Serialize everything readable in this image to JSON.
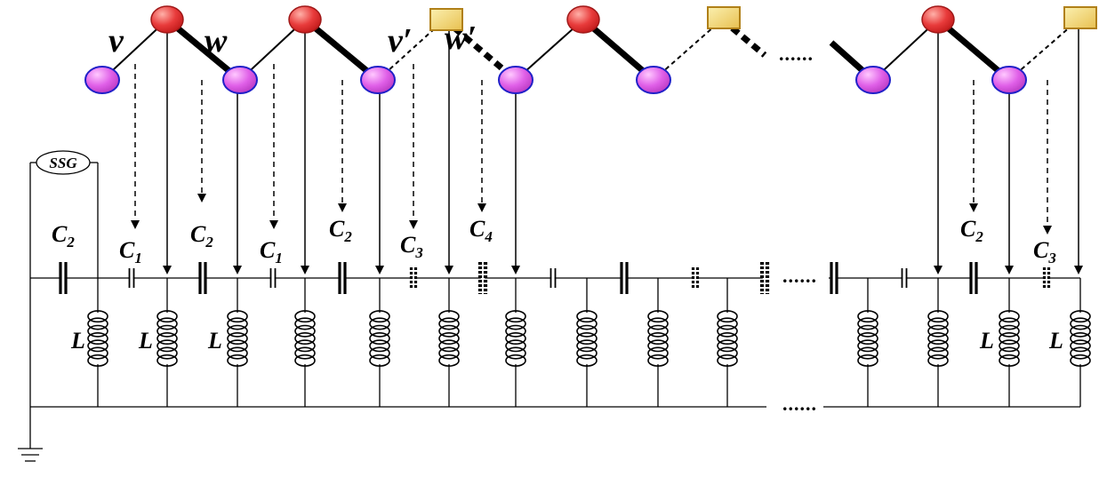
{
  "source_label": "SSG",
  "inductor_label": "L",
  "coupling_labels": [
    "v",
    "w",
    "v′",
    "w′"
  ],
  "capacitor_labels": [
    {
      "letter": "C",
      "sub": "2"
    },
    {
      "letter": "C",
      "sub": "1"
    },
    {
      "letter": "C",
      "sub": "2"
    },
    {
      "letter": "C",
      "sub": "1"
    },
    {
      "letter": "C",
      "sub": "2"
    },
    {
      "letter": "C",
      "sub": "3"
    },
    {
      "letter": "C",
      "sub": "4"
    },
    {
      "letter": "C",
      "sub": "2"
    },
    {
      "letter": "C",
      "sub": "3"
    }
  ],
  "ellipsis": "......",
  "colors": {
    "red_site": "#e83b3b",
    "pink_site": "#e060e8",
    "site_outline": "#2020c8",
    "defect_fill": "#f2dc78",
    "defect_outline": "#b08018",
    "wire": "#000000"
  }
}
